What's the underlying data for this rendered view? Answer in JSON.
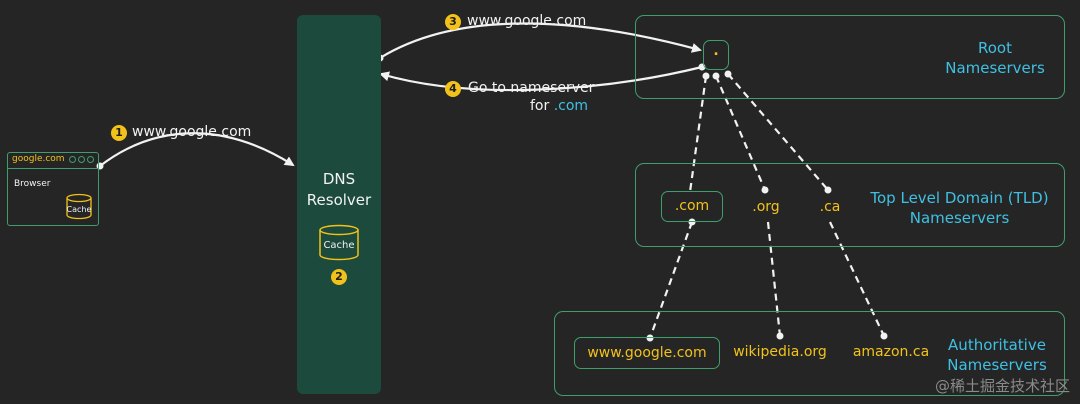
{
  "browser": {
    "url": "google.com",
    "label": "Browser",
    "cache_label": "Cache"
  },
  "resolver": {
    "title_line1": "DNS",
    "title_line2": "Resolver",
    "cache_label": "Cache"
  },
  "steps": [
    {
      "num": "1",
      "text": "www.google.com"
    },
    {
      "num": "2",
      "text": ""
    },
    {
      "num": "3",
      "text": "www.google.com"
    },
    {
      "num": "4",
      "text_line1": "Go to nameserver",
      "text_line2_prefix": "for ",
      "text_line2_highlight": ".com"
    }
  ],
  "root": {
    "dot_label": ".",
    "title_line1": "Root",
    "title_line2": "Nameservers"
  },
  "tld": {
    "title_line1": "Top Level Domain (TLD)",
    "title_line2": "Nameservers",
    "items": [
      ".com",
      ".org",
      ".ca"
    ]
  },
  "authoritative": {
    "title_line1": "Authoritative",
    "title_line2": "Nameservers",
    "items": [
      "www.google.com",
      "wikipedia.org",
      "amazon.ca"
    ]
  },
  "watermark": "@稀土掘金技术社区",
  "colors": {
    "background": "#252525",
    "accent_green": "#3f9e6e",
    "resolver_fill": "#1c4a3c",
    "highlight_yellow": "#f2c21b",
    "label_cyan": "#3fc0e3",
    "text_white": "#f2f2f2"
  }
}
